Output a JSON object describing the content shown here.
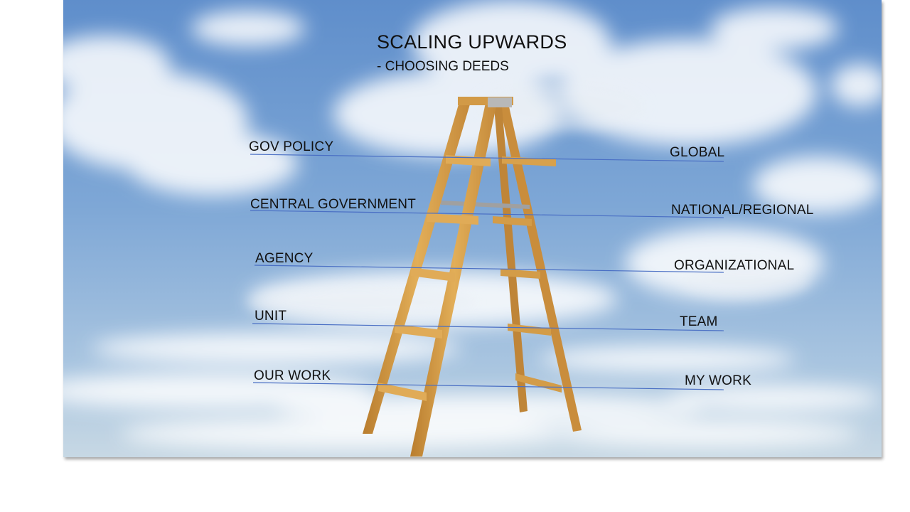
{
  "slide": {
    "title": "SCALING UPWARDS",
    "subtitle": "- CHOOSING DEEDS",
    "left_labels": [
      "GOV POLICY",
      "CENTRAL GOVERNMENT",
      "AGENCY",
      "UNIT",
      "OUR WORK"
    ],
    "right_labels": [
      "GLOBAL",
      "NATIONAL/REGIONAL",
      "ORGANIZATIONAL",
      "TEAM",
      "MY WORK"
    ],
    "colors": {
      "sky_top": "#5e8fca",
      "sky_bottom": "#bcd2e4",
      "ladder_wood": "#d9a24a",
      "connector_line": "#4a6fc4",
      "text": "#111111"
    },
    "image_subject": "wooden-stepladder-against-cloudy-sky"
  }
}
